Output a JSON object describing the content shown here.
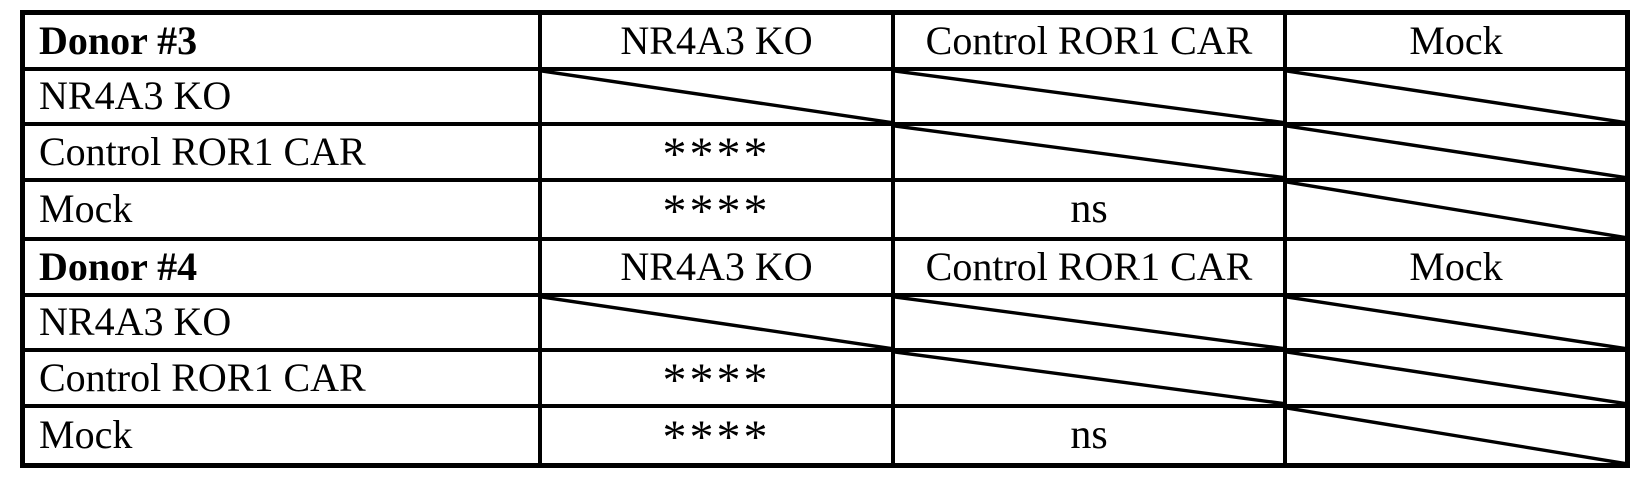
{
  "page": {
    "background_color": "#ffffff",
    "border_color": "#000000",
    "text_color": "#000000"
  },
  "table": {
    "blocks": [
      {
        "title": "Donor #3",
        "column_headers": [
          "NR4A3 KO",
          "Control ROR1 CAR",
          "Mock"
        ],
        "rows": [
          {
            "label": "NR4A3 KO",
            "cells": [
              "diagonal",
              "diagonal",
              "diagonal"
            ]
          },
          {
            "label": "Control ROR1 CAR",
            "cells": [
              "****",
              "diagonal",
              "diagonal"
            ]
          },
          {
            "label": "Mock",
            "cells": [
              "****",
              "ns",
              "diagonal"
            ]
          }
        ]
      },
      {
        "title": "Donor #4",
        "column_headers": [
          "NR4A3 KO",
          "Control ROR1 CAR",
          "Mock"
        ],
        "rows": [
          {
            "label": "NR4A3 KO",
            "cells": [
              "diagonal",
              "diagonal",
              "diagonal"
            ]
          },
          {
            "label": "Control ROR1 CAR",
            "cells": [
              "****",
              "diagonal",
              "diagonal"
            ]
          },
          {
            "label": "Mock",
            "cells": [
              "****",
              "ns",
              "diagonal"
            ]
          }
        ]
      }
    ]
  }
}
